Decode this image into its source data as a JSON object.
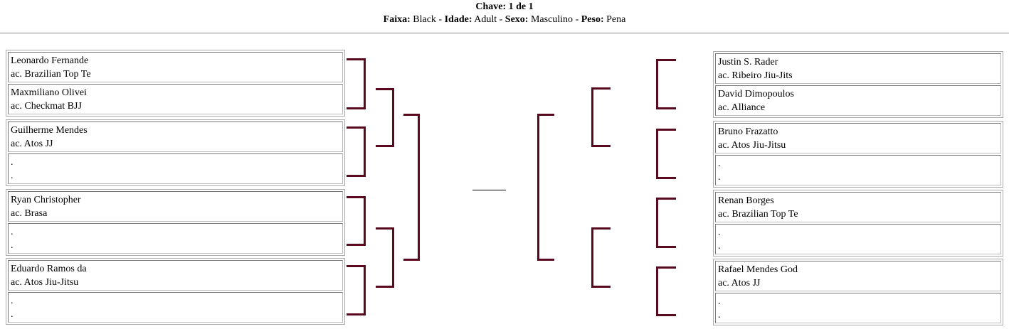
{
  "header": {
    "chave_label": "Chave:",
    "chave_value": "1 de 1",
    "faixa_label": "Faixa:",
    "faixa_value": "Black",
    "idade_label": "Idade:",
    "idade_value": "Adult",
    "sexo_label": "Sexo:",
    "sexo_value": "Masculino",
    "peso_label": "Peso:",
    "peso_value": "Pena",
    "separator": " - "
  },
  "colors": {
    "bracket": "#5a0a1e"
  },
  "left_groups": [
    [
      {
        "name": "Leonardo Fernande",
        "academy": "ac. Brazilian Top Te"
      },
      {
        "name": "Maxmiliano Olivei",
        "academy": "ac. Checkmat BJJ"
      }
    ],
    [
      {
        "name": "Guilherme Mendes",
        "academy": "ac. Atos JJ"
      },
      {
        "name": ".",
        "academy": "."
      }
    ],
    [
      {
        "name": "Ryan Christopher",
        "academy": "ac. Brasa"
      },
      {
        "name": ".",
        "academy": "."
      }
    ],
    [
      {
        "name": "Eduardo Ramos da",
        "academy": "ac. Atos Jiu-Jitsu"
      },
      {
        "name": ".",
        "academy": "."
      }
    ]
  ],
  "right_groups": [
    [
      {
        "name": "Justin S. Rader",
        "academy": "ac. Ribeiro Jiu-Jits"
      },
      {
        "name": "David Dimopoulos",
        "academy": "ac. Alliance"
      }
    ],
    [
      {
        "name": "Bruno Frazatto",
        "academy": "ac. Atos Jiu-Jitsu"
      },
      {
        "name": ".",
        "academy": "."
      }
    ],
    [
      {
        "name": "Renan Borges",
        "academy": "ac. Brazilian Top Te"
      },
      {
        "name": ".",
        "academy": "."
      }
    ],
    [
      {
        "name": "Rafael Mendes God",
        "academy": "ac. Atos JJ"
      },
      {
        "name": ".",
        "academy": "."
      }
    ]
  ]
}
